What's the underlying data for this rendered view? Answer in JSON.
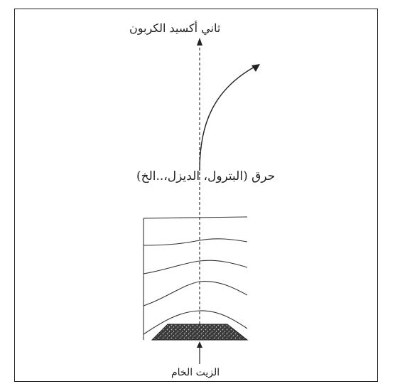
{
  "labels": {
    "top": "ثاني أكسيد الكربون",
    "middle": "حرق (البترول، الديزل،..الخ)",
    "bottom": "الزيت الخام"
  }
}
